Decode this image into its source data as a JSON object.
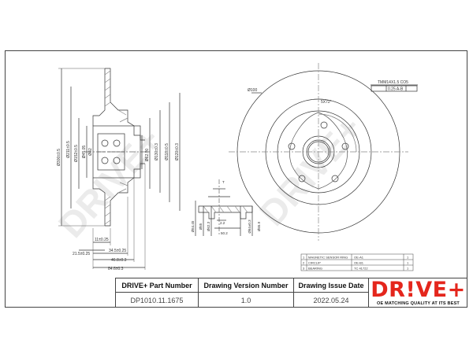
{
  "watermark": "DRIVE+",
  "title_block": {
    "part_number_label": "DRIVE+ Part Number",
    "part_number": "DP1010.11.1675",
    "version_label": "Drawing Version Number",
    "version": "1.0",
    "issue_date_label": "Drawing Issue Date",
    "issue_date": "2022.05.24",
    "logo_text": "DR!VE+",
    "logo_tagline": "OE MATCHING QUALITY AT ITS BEST",
    "brand_color": "#e4261c"
  },
  "section_view": {
    "dim_outer": "Ø300±0.5",
    "dim_2": "Ø211±0.5",
    "dim_3": "Ø152±0.5",
    "dim_4": "Ø130±0.3",
    "dim_5": "Ø118±0.5",
    "dim_6": "Ø120±0.3",
    "dim_bearing_1": "Ø62.00",
    "dim_bearing_2": "Ø45.05",
    "dim_bearing_3": "Ø42",
    "h_dim_1": "11±0.25",
    "h_dim_2": "21.5±0.25",
    "h_dim_3": "34.5±0.25",
    "h_dim_4": "46.8±0.3",
    "h_dim_5": "84.6±0.3"
  },
  "detail_view": {
    "dim_a": "Ø64.45",
    "dim_b": "Ø65",
    "dim_c": "Ø62.3",
    "dim_d": "Ø64±0.3",
    "dim_e": "Ø65.9",
    "dim_thick": "2.2",
    "dim_width": "50.2",
    "label_t": "T"
  },
  "front_view": {
    "thread_label": "Ø100",
    "bolt_label": "5X72°",
    "gdt_title": "TMM14X1.5 CO5",
    "gdt_row": "0.25  A-B",
    "legend": [
      {
        "no": "1",
        "name": "MAGNETIC SENSOR RING",
        "code": "OE-A1",
        "qty": "1"
      },
      {
        "no": "2",
        "name": "CIRCLIP",
        "code": "OE-B1",
        "qty": "1"
      },
      {
        "no": "3",
        "name": "BEARING",
        "code": "TC 41722",
        "qty": "1"
      }
    ]
  }
}
